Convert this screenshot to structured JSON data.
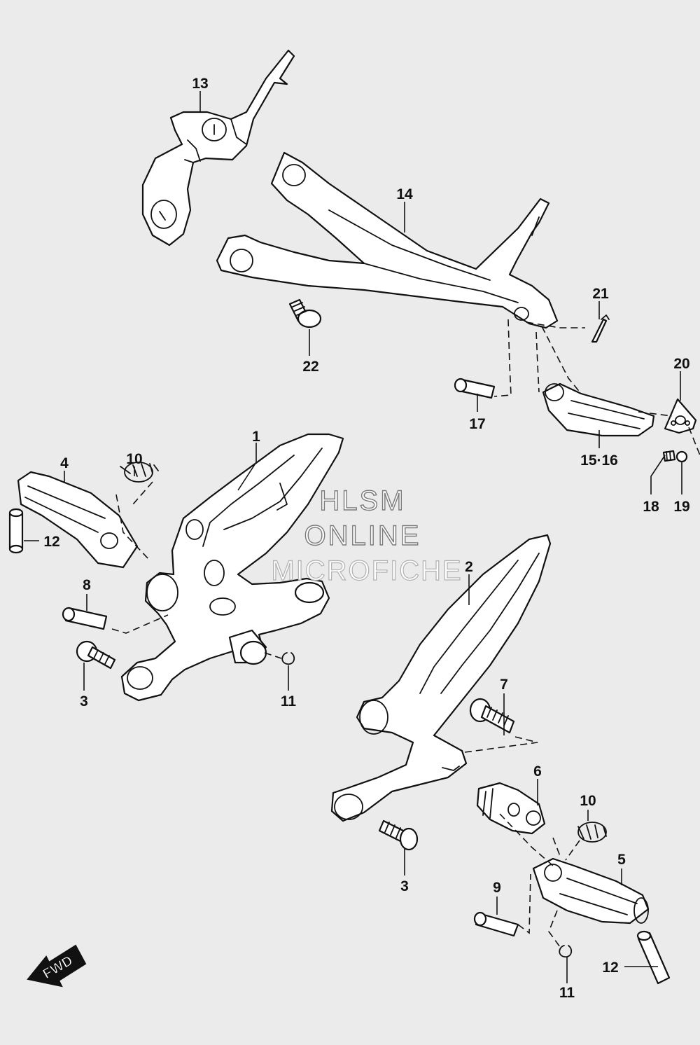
{
  "watermark": {
    "line1": "HLSM",
    "line2": "ONLINE",
    "line3": "MICROFICHE"
  },
  "direction_label": "FWD",
  "callouts": {
    "c1": "1",
    "c2": "2",
    "c3a": "3",
    "c3b": "3",
    "c4": "4",
    "c5": "5",
    "c6": "6",
    "c7": "7",
    "c8": "8",
    "c9": "9",
    "c10a": "10",
    "c10b": "10",
    "c11a": "11",
    "c11b": "11",
    "c12a": "12",
    "c12b": "12",
    "c13": "13",
    "c14": "14",
    "c1516": "15·16",
    "c17": "17",
    "c18": "18",
    "c19": "19",
    "c20": "20",
    "c21": "21",
    "c22": "22"
  }
}
